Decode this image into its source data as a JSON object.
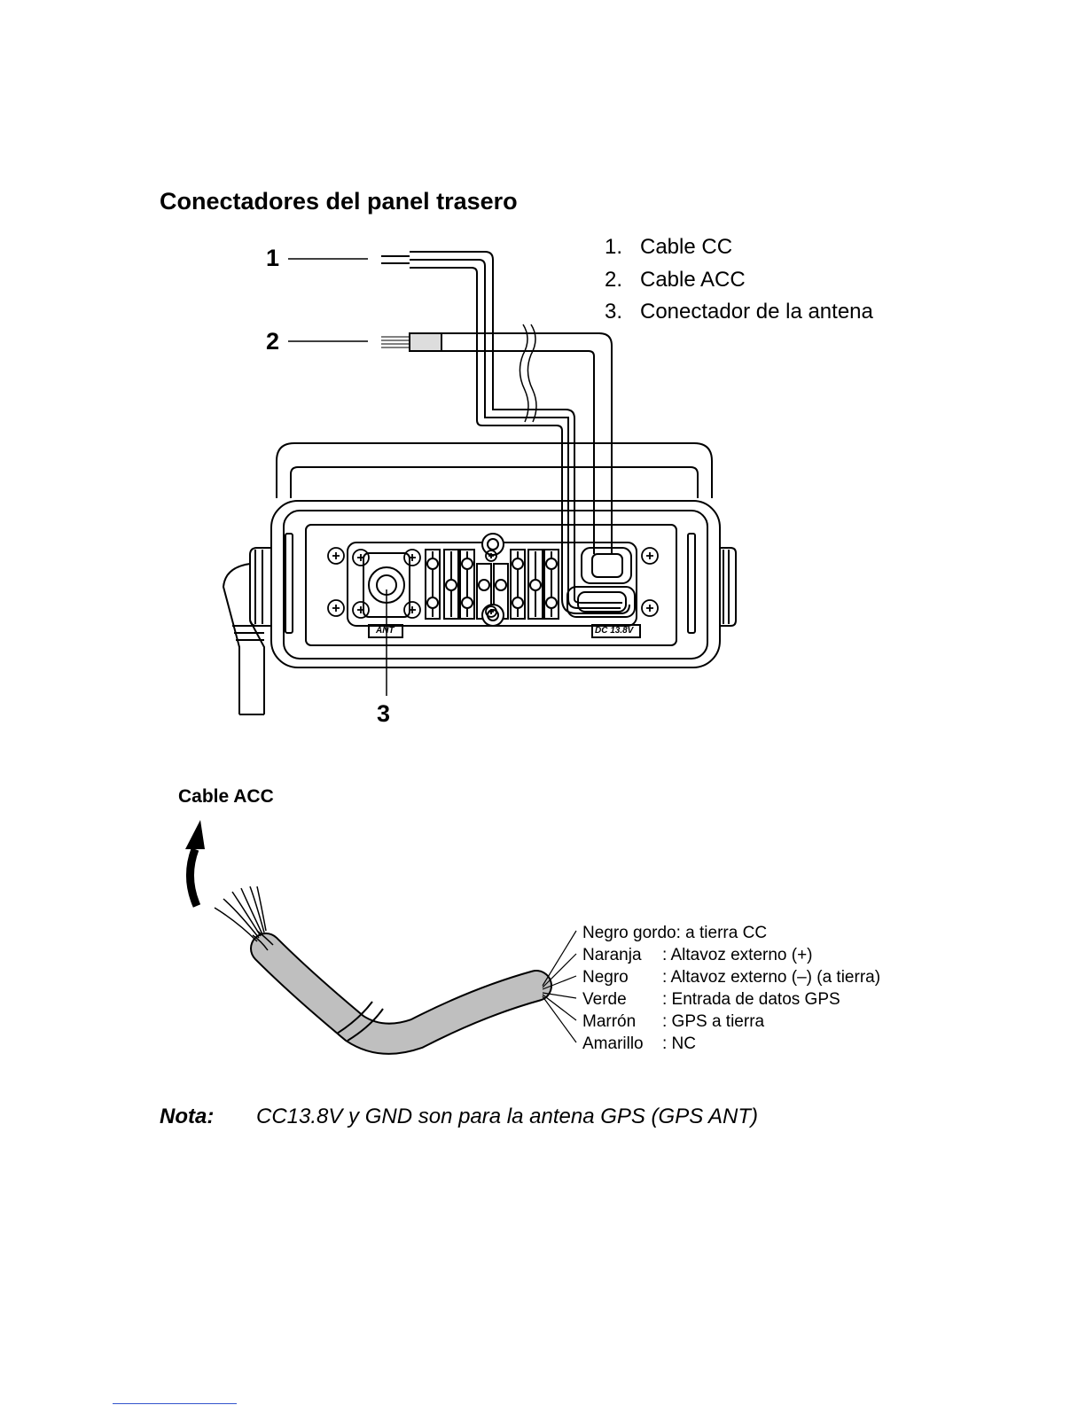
{
  "section_title": "Conectadores del panel trasero",
  "legend": [
    {
      "num": "1.",
      "label": "Cable CC"
    },
    {
      "num": "2.",
      "label": "Cable ACC"
    },
    {
      "num": "3.",
      "label": "Conectador de la antena"
    }
  ],
  "callouts": {
    "one": "1",
    "two": "2",
    "three": "3"
  },
  "panel_labels": {
    "ant": "ANT",
    "dc": "DC 13.8V"
  },
  "acc": {
    "title": "Cable ACC",
    "wires": [
      {
        "color": "Negro gordo: a tierra CC",
        "desc": ""
      },
      {
        "color": "Naranja",
        "desc": ": Altavoz externo (+)"
      },
      {
        "color": "Negro",
        "desc": ": Altavoz externo (–) (a tierra)"
      },
      {
        "color": "Verde",
        "desc": ": Entrada de datos GPS"
      },
      {
        "color": "Marrón",
        "desc": ": GPS a tierra"
      },
      {
        "color": "Amarillo",
        "desc": ": NC"
      }
    ]
  },
  "note": {
    "label": "Nota:",
    "text": "CC13.8V y GND son para la antena GPS (GPS ANT)"
  }
}
